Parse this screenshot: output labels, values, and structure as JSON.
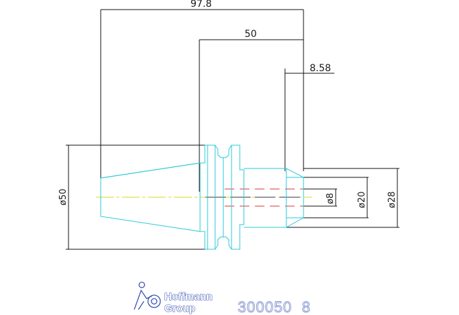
{
  "dimensions": {
    "overall_length": "97.8",
    "shank_length": "50",
    "bore_depth": "8.58",
    "dia_flange": "ø50",
    "dia_bore": "ø8",
    "dia_inner": "ø20",
    "dia_nose": "ø28"
  },
  "logo": {
    "line1": "Hoffmann",
    "line2": "Group"
  },
  "part_number": "300050  8",
  "colors": {
    "outline": "#2ac8d8",
    "dimension": "#111111",
    "centerline": "#d8d81a",
    "hidden": "#e03030",
    "logo": "#3a55b0"
  }
}
